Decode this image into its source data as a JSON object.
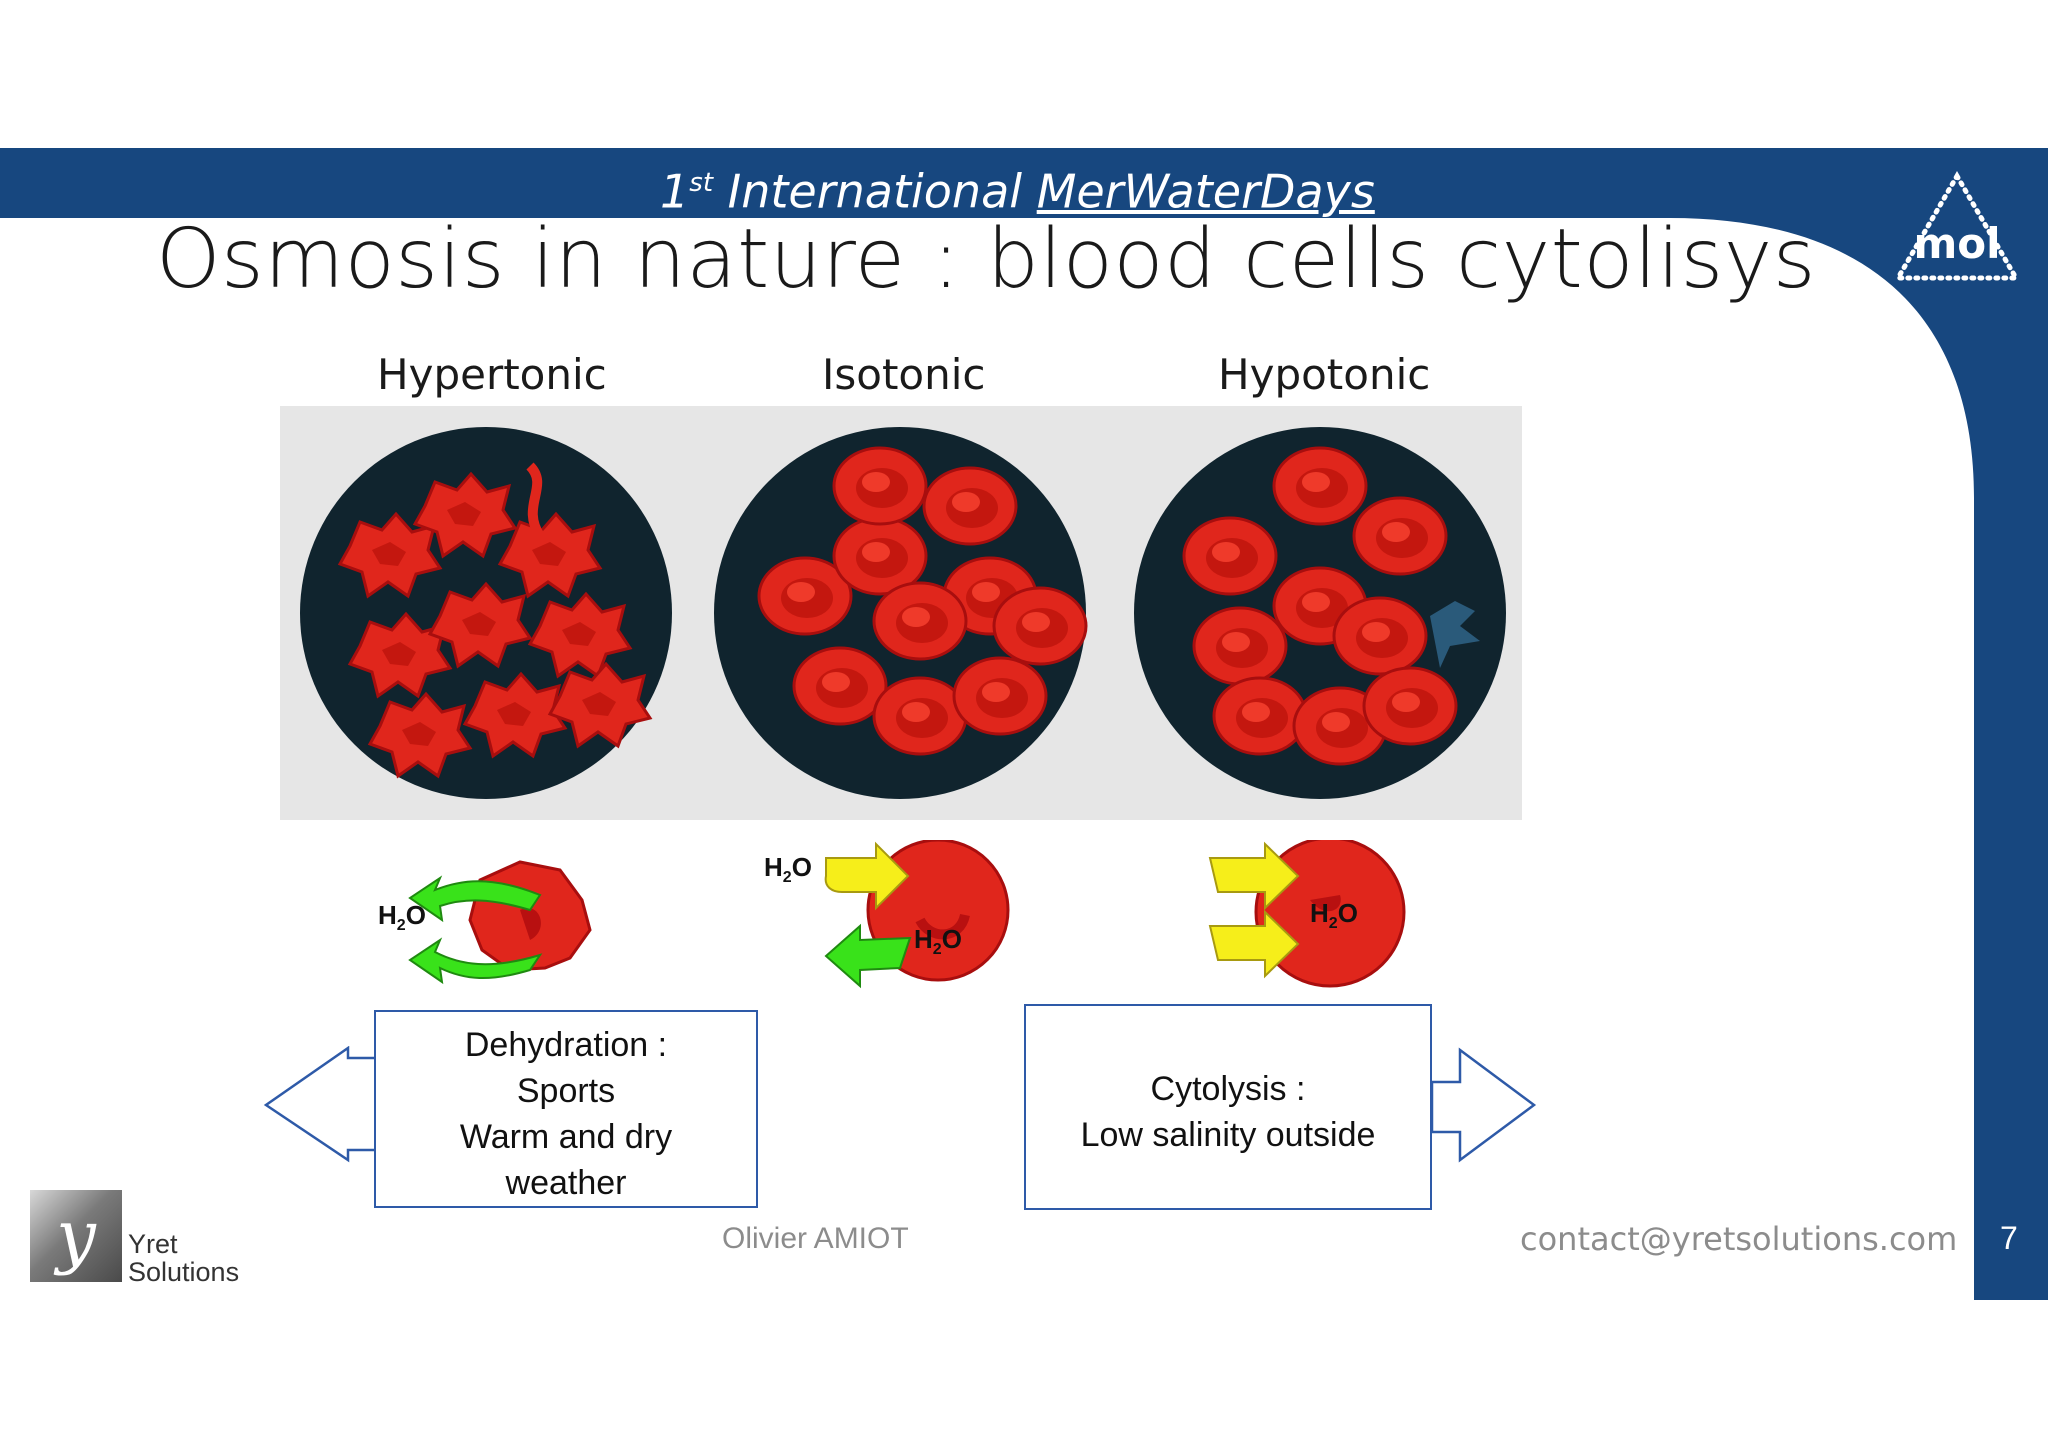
{
  "header": {
    "conference_prefix": "1",
    "conference_sup": "st",
    "conference_middle": "International",
    "conference_name": "MerWaterDays",
    "logo_text": "mol"
  },
  "slide": {
    "title": "Osmosis in nature : blood cells cytolisys",
    "columns": [
      {
        "label": "Hypertonic"
      },
      {
        "label": "Isotonic"
      },
      {
        "label": "Hypotonic"
      }
    ],
    "water_label": {
      "main": "H",
      "sub": "2",
      "tail": "O"
    },
    "left_box": {
      "lines": [
        "Dehydration :",
        "Sports",
        "Warm and dry",
        "weather"
      ]
    },
    "right_box": {
      "lines": [
        "Cytolysis :",
        "Low salinity outside"
      ]
    }
  },
  "footer": {
    "company_glyph": "y",
    "company_line1": "Yret",
    "company_line2": "Solutions",
    "author": "Olivier AMIOT",
    "contact": "contact@yretsolutions.com",
    "page_number": "7"
  },
  "colors": {
    "brand_blue": "#17477f",
    "cell_red": "#e0261c",
    "cell_dark_red": "#b81010",
    "dish_dark": "#10242e",
    "arrow_green": "#39e21a",
    "arrow_yellow": "#f6ee1a",
    "box_border": "#2e5aa8"
  }
}
